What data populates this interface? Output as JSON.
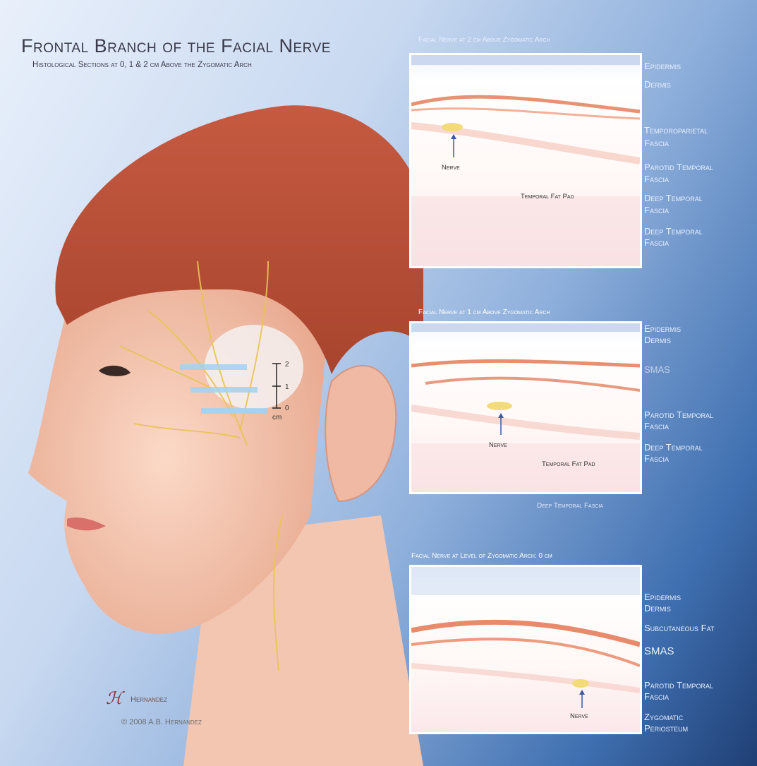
{
  "title": "Frontal Branch of the Facial Nerve",
  "subtitle": "Histological Sections at 0, 1 & 2 cm Above the Zygomatic Arch",
  "scale": {
    "marks": [
      "2",
      "1",
      "0"
    ],
    "unit": "cm"
  },
  "signature": {
    "name": "Hernandez",
    "copyright": "© 2008 A.B. Hernandez"
  },
  "panels": [
    {
      "caption": "Facial Nerve at 2 cm Above Zygomatic Arch",
      "nerve_label": "Nerve",
      "fat_pad_label": "Temporal Fat Pad",
      "layers": [
        "Epidermis",
        "Dermis",
        "Temporoparietal",
        "Fascia",
        "Parotid Temporal",
        "Fascia",
        "Deep Temporal",
        "Fascia",
        "Deep Temporal",
        "Fascia"
      ]
    },
    {
      "caption": "Facial Nerve at 1 cm Above Zygomatic Arch",
      "nerve_label": "Nerve",
      "fat_pad_label": "Temporal Fat Pad",
      "footer": "Deep Temporal Fascia",
      "layers": [
        "Epidermis",
        "Dermis",
        "SMAS",
        "Parotid Temporal",
        "Fascia",
        "Deep Temporal",
        "Fascia"
      ]
    },
    {
      "caption": "Facial Nerve at Level of Zygomatic Arch: 0 cm",
      "nerve_label": "Nerve",
      "layers": [
        "Epidermis",
        "Dermis",
        "Subcutaneous Fat",
        "SMAS",
        "Parotid Temporal",
        "Fascia",
        "Zygomatic",
        "Periosteum"
      ]
    }
  ]
}
